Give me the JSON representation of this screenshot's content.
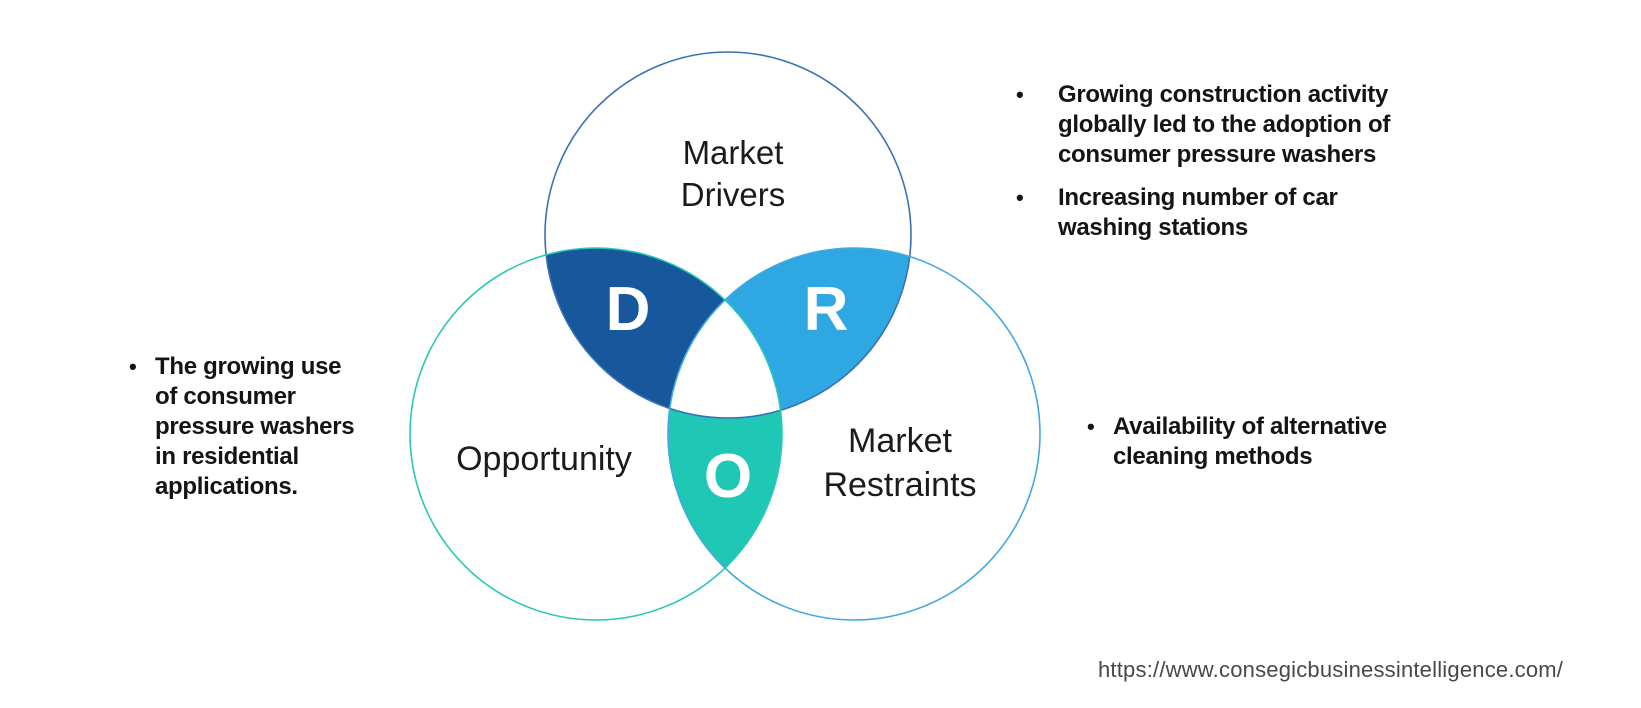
{
  "venn": {
    "bullet_char": "•",
    "circles": {
      "drivers": {
        "label_lines": [
          "Market",
          "Drivers"
        ],
        "letter": "D",
        "stroke_color": "#3A71B4",
        "petal_fill": "#16589B"
      },
      "opportunity": {
        "label": "Opportunity",
        "letter": "O",
        "stroke_color": "#2BC8B4",
        "petal_fill": "#1FC8B4"
      },
      "restraints": {
        "label_lines": [
          "Market",
          "Restraints"
        ],
        "letter": "R",
        "stroke_color": "#41A8E0",
        "petal_fill": "#2EA7E2"
      }
    },
    "center_fill": "#ffffff"
  },
  "annotations": {
    "drivers_bullets": [
      {
        "lines": [
          "Growing construction activity",
          "globally led to the adoption of",
          "consumer pressure washers"
        ]
      },
      {
        "lines": [
          "Increasing number of car",
          "washing stations"
        ]
      }
    ],
    "opportunity_bullets": [
      {
        "lines": [
          "The growing use",
          "of consumer",
          "pressure washers",
          "in residential",
          "applications."
        ]
      }
    ],
    "restraints_bullets": [
      {
        "lines": [
          "Availability of alternative",
          "cleaning methods"
        ]
      }
    ]
  },
  "footer": {
    "url": "https://www.consegicbusinessintelligence.com/"
  }
}
